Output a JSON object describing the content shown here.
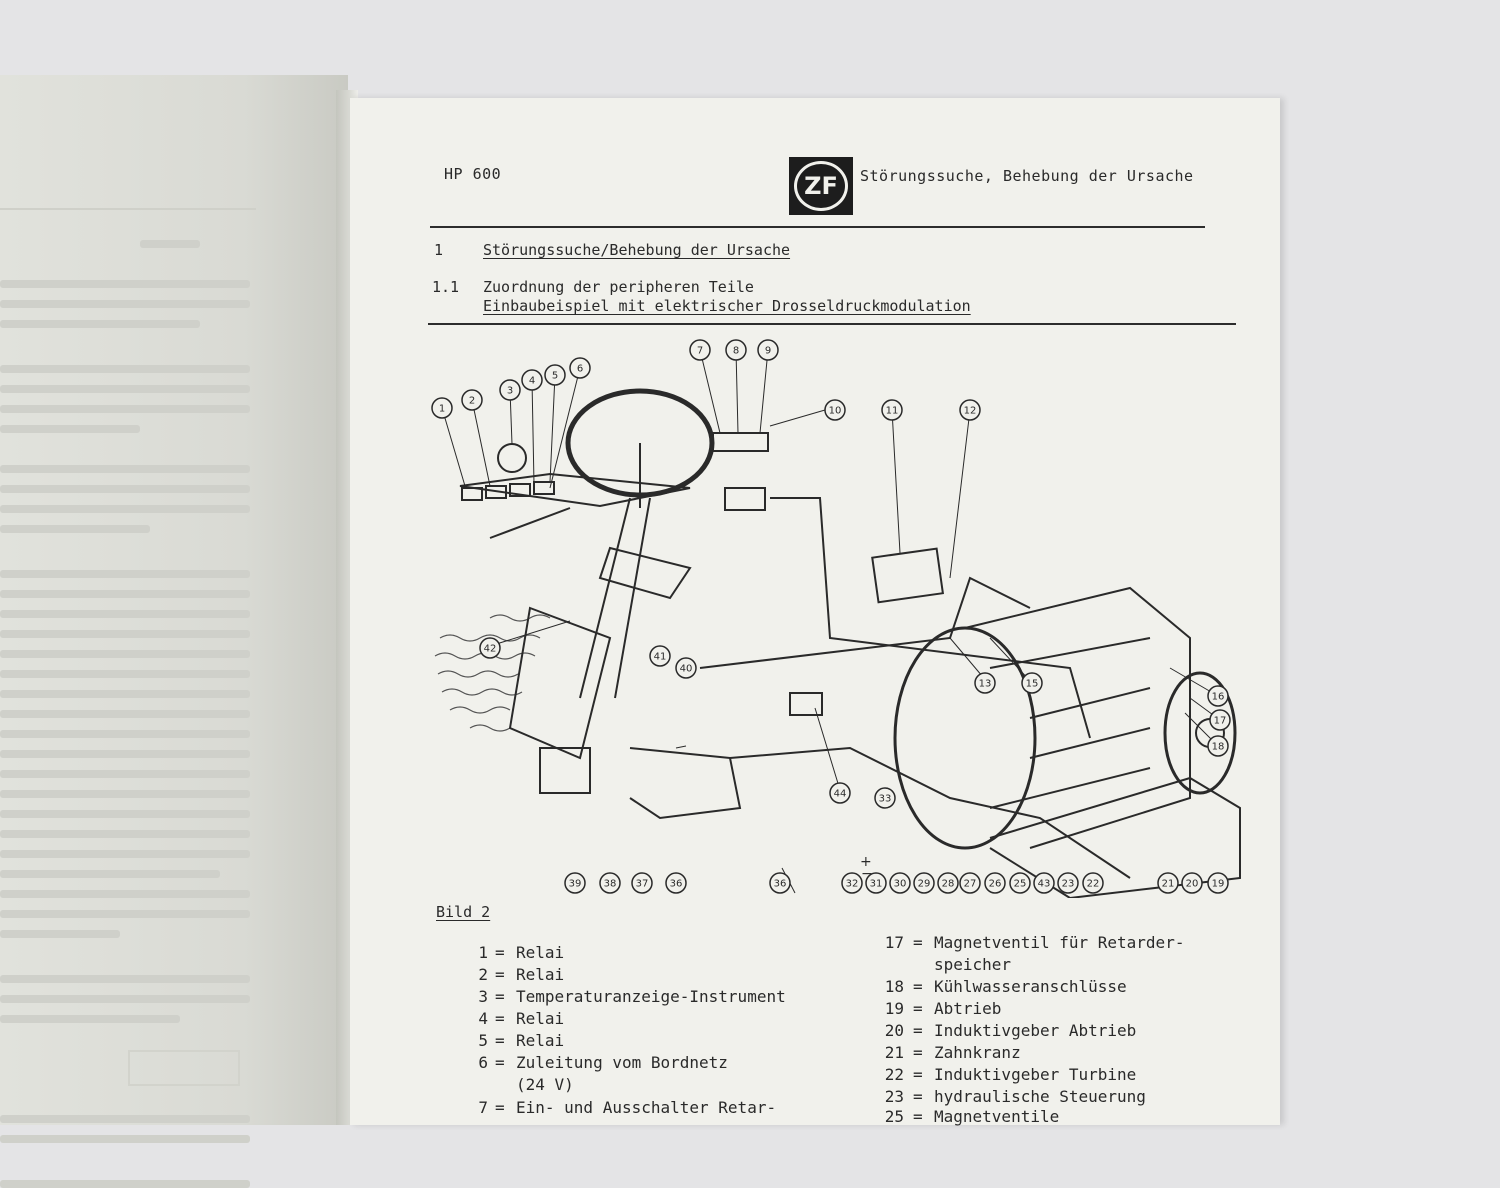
{
  "header": {
    "model": "HP 600",
    "logo_text": "ZF",
    "title": "Störungssuche, Behebung der Ursache"
  },
  "sections": [
    {
      "number": "1",
      "title": "Störungssuche/Behebung der Ursache"
    },
    {
      "number": "1.1",
      "title": "Zuordnung der peripheren Teile",
      "subtitle": "Einbaubeispiel mit elektrischer Drosseldruckmodulation"
    }
  ],
  "figure": {
    "caption": "Bild 2",
    "callouts": [
      "1",
      "2",
      "3",
      "4",
      "5",
      "6",
      "7",
      "8",
      "9",
      "10",
      "11",
      "12",
      "13",
      "15",
      "16",
      "17",
      "18",
      "19",
      "20",
      "21",
      "22",
      "23",
      "25",
      "26",
      "27",
      "28",
      "29",
      "30",
      "31",
      "32",
      "33",
      "36",
      "36",
      "37",
      "38",
      "39",
      "40",
      "41",
      "42",
      "43",
      "44"
    ],
    "polarity": "+\n−"
  },
  "legend_left": [
    {
      "num": "1",
      "text": "Relai"
    },
    {
      "num": "2",
      "text": "Relai"
    },
    {
      "num": "3",
      "text": "Temperaturanzeige-Instrument"
    },
    {
      "num": "4",
      "text": "Relai"
    },
    {
      "num": "5",
      "text": "Relai"
    },
    {
      "num": "6",
      "text": "Zuleitung vom Bordnetz",
      "cont": "(24 V)"
    },
    {
      "num": "7",
      "text": "Ein- und Ausschalter Retar-"
    }
  ],
  "legend_right": [
    {
      "num": "17",
      "text": "Magnetventil für Retarder-",
      "cont": "speicher"
    },
    {
      "num": "18",
      "text": "Kühlwasseranschlüsse"
    },
    {
      "num": "19",
      "text": "Abtrieb"
    },
    {
      "num": "20",
      "text": "Induktivgeber Abtrieb"
    },
    {
      "num": "21",
      "text": "Zahnkranz"
    },
    {
      "num": "22",
      "text": "Induktivgeber Turbine"
    },
    {
      "num": "23",
      "text": "hydraulische Steuerung"
    },
    {
      "num": "25",
      "text": "Magnetventile"
    }
  ]
}
